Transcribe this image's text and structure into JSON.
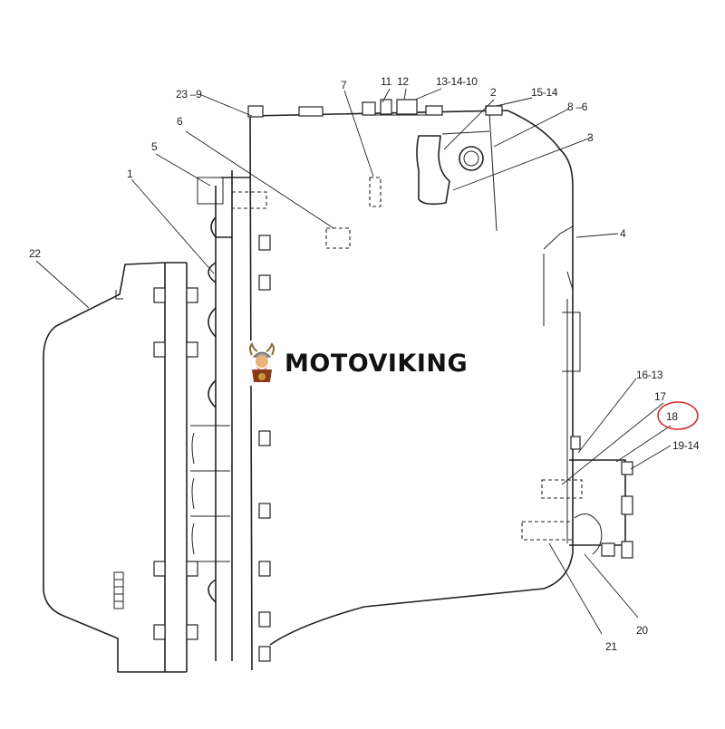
{
  "diagram": {
    "callouts": [
      {
        "id": "c1",
        "text": "1"
      },
      {
        "id": "c2",
        "text": "2"
      },
      {
        "id": "c3",
        "text": "3"
      },
      {
        "id": "c4",
        "text": "4"
      },
      {
        "id": "c5",
        "text": "5"
      },
      {
        "id": "c6a",
        "text": "6"
      },
      {
        "id": "c7",
        "text": "7"
      },
      {
        "id": "c8",
        "text": "8 –6"
      },
      {
        "id": "c11",
        "text": "11"
      },
      {
        "id": "c12",
        "text": "12"
      },
      {
        "id": "c131410",
        "text": "13-14-10"
      },
      {
        "id": "c1514",
        "text": "15-14"
      },
      {
        "id": "c1613",
        "text": "16-13"
      },
      {
        "id": "c17",
        "text": "17"
      },
      {
        "id": "c18",
        "text": "18"
      },
      {
        "id": "c1914",
        "text": "19-14"
      },
      {
        "id": "c20",
        "text": "20"
      },
      {
        "id": "c21",
        "text": "21"
      },
      {
        "id": "c22",
        "text": "22"
      },
      {
        "id": "c239",
        "text": "23 –9"
      }
    ],
    "highlight_color": "#d62828"
  },
  "watermark": {
    "brand": "MOTOVIKING"
  }
}
